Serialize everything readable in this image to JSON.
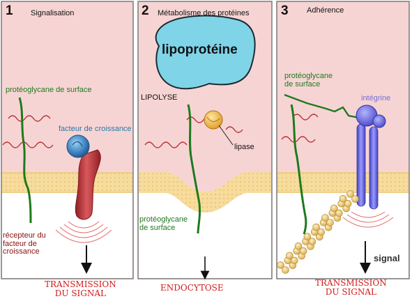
{
  "colors": {
    "panel_bg": "#f7d4d4",
    "membrane": "#f6dc9e",
    "frame": "#7a7a7a",
    "proteoglycan": "#1d7a1d",
    "chain": "#b73030",
    "growth_factor": "#3f86c4",
    "receptor": "#c4454a",
    "lipoprotein": "#7fd4e8",
    "lipase": "#f2b43c",
    "integrin": "#6a6ae6",
    "matrix_fiber": "#e8c678",
    "red_text": "#d11a1a"
  },
  "panels": [
    {
      "number": "1",
      "title": "Signalisation",
      "labels": {
        "proteoglycan": "protéoglycane de surface",
        "growth_factor": "facteur de croissance",
        "receptor": "récepteur du\nfacteur de\ncroissance"
      },
      "outcome": "TRANSMISSION\nDU SIGNAL"
    },
    {
      "number": "2",
      "title": "Métabolisme des protéines",
      "labels": {
        "lipoprotein": "lipoprotéine",
        "lipolysis": "LIPOLYSE",
        "lipase": "lipase",
        "proteoglycan": "protéoglycane\nde surface"
      },
      "outcome": "ENDOCYTOSE"
    },
    {
      "number": "3",
      "title": "Adhérence",
      "labels": {
        "proteoglycan": "protéoglycane\nde surface",
        "integrin": "intégrine",
        "signal": "signal"
      },
      "outcome": "TRANSMISSION\nDU SIGNAL"
    }
  ]
}
